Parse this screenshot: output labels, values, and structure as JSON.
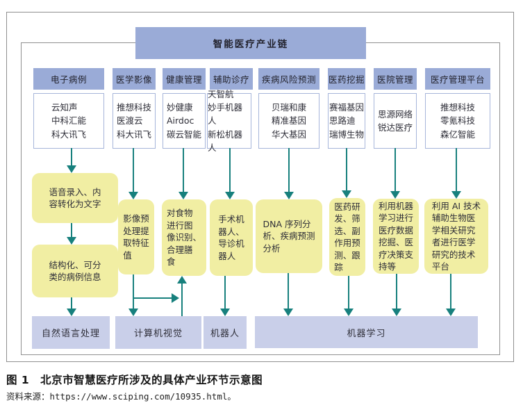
{
  "diagram": {
    "title": "智能医疗产业链",
    "columns": [
      {
        "header": "电子病例",
        "companies": "云知声\n中科汇能\n科大讯飞",
        "process": "语音录入、内\n容转化为文字",
        "process2": "结构化、可分\n类的病例信息"
      },
      {
        "header": "医学影像",
        "companies": "推想科技\n医渡云\n科大讯飞",
        "process": "影像预\n处理提\n取特征\n值"
      },
      {
        "header": "健康管理",
        "companies": "妙健康\nAirdoc\n碳云智能",
        "process": "对食物\n进行图\n像识别、\n合理膳\n食"
      },
      {
        "header": "辅助诊疗",
        "companies": "天智航\n妙手机器人\n新松机器人",
        "process": "手术机\n器人、\n导诊机\n器人"
      },
      {
        "header": "疾病风险预测",
        "companies": "贝瑞和康\n精准基因\n华大基因",
        "process": "DNA 序列分\n析、疾病预测\n分析"
      },
      {
        "header": "医药挖掘",
        "companies": "赛福基因\n思路迪\n瑞博生物",
        "process": "医药研\n发、筛\n选、副\n作用预\n测、跟\n踪"
      },
      {
        "header": "医院管理",
        "companies": "思源网络\n锐达医疗",
        "process": "利用机器\n学习进行\n医疗数据\n挖掘、医\n疗决策支\n持等"
      },
      {
        "header": "医疗管理平台",
        "companies": "推想科技\n零氪科技\n森亿智能",
        "process": "利用 AI 技术\n辅助生物医\n学相关研究\n者进行医学\n研究的技术\n平台"
      }
    ],
    "tech": {
      "nlp": "自然语言处理",
      "cv": "计算机视觉",
      "robot": "机器人",
      "ml": "机器学习"
    }
  },
  "caption": {
    "figure": "图 1　北京市智慧医疗所涉及的具体产业环节示意图",
    "source": "资料来源：https://www.sciping.com/10935.html。"
  },
  "colors": {
    "header_blue": "#9aabd7",
    "tech_lavender": "#c9cfe9",
    "process_yellow": "#f1eea3",
    "arrow_teal": "#17807d",
    "frame_gray": "#8f8f8f"
  }
}
